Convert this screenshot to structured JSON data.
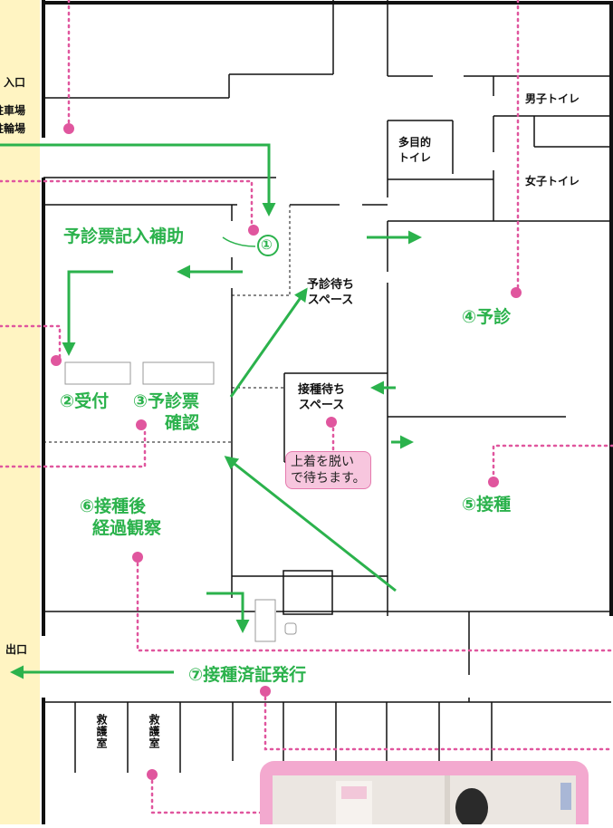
{
  "legend": {
    "entrance": "入口",
    "parking": "駐車場",
    "bicycle_parking": "駐輪場",
    "exit": "出口"
  },
  "rooms": {
    "mens_toilet": "男子トイレ",
    "womens_toilet": "女子トイレ",
    "multipurpose_toilet": [
      "多目的",
      "トイレ"
    ],
    "exam_waiting": [
      "予診待ち",
      "スペース"
    ],
    "vaccination_waiting": [
      "接種待ち",
      "スペース"
    ],
    "first_aid_1": "救護室",
    "first_aid_2": "救護室"
  },
  "steps": {
    "s1_label": "予診票記入補助",
    "s1_marker": "①",
    "s2": "②受付",
    "s3": [
      "③予診票",
      "確認"
    ],
    "s4": "④予診",
    "s5": "⑤接種",
    "s6": [
      "⑥接種後",
      "経過観察"
    ],
    "s7": "⑦接種済証発行"
  },
  "note": [
    "上着を脱い",
    "で待ちます。"
  ],
  "colors": {
    "route_green": "#2bb24c",
    "callout_pink": "#e0569e",
    "sidebar_yellow": "#fff4c2",
    "note_bg": "#f7c6de",
    "photo_frame": "#f3a9cf"
  }
}
